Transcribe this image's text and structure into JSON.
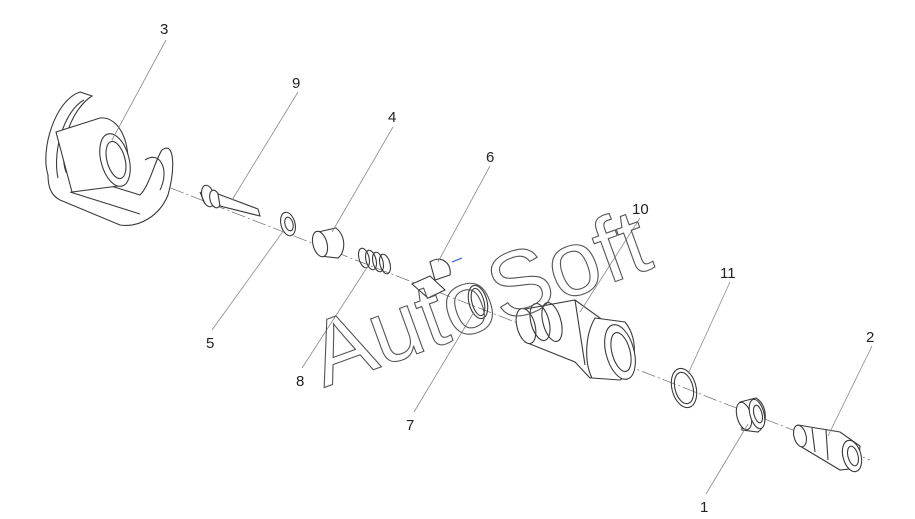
{
  "callouts": {
    "c1": "1",
    "c2": "2",
    "c3": "3",
    "c4": "4",
    "c5": "5",
    "c6": "6",
    "c7": "7",
    "c8": "8",
    "c9": "9",
    "c10": "10",
    "c11": "11"
  },
  "watermark": "AutoSoft",
  "colors": {
    "line": "#3a3a3a",
    "leader": "#8a8a8a",
    "background": "#ffffff"
  }
}
